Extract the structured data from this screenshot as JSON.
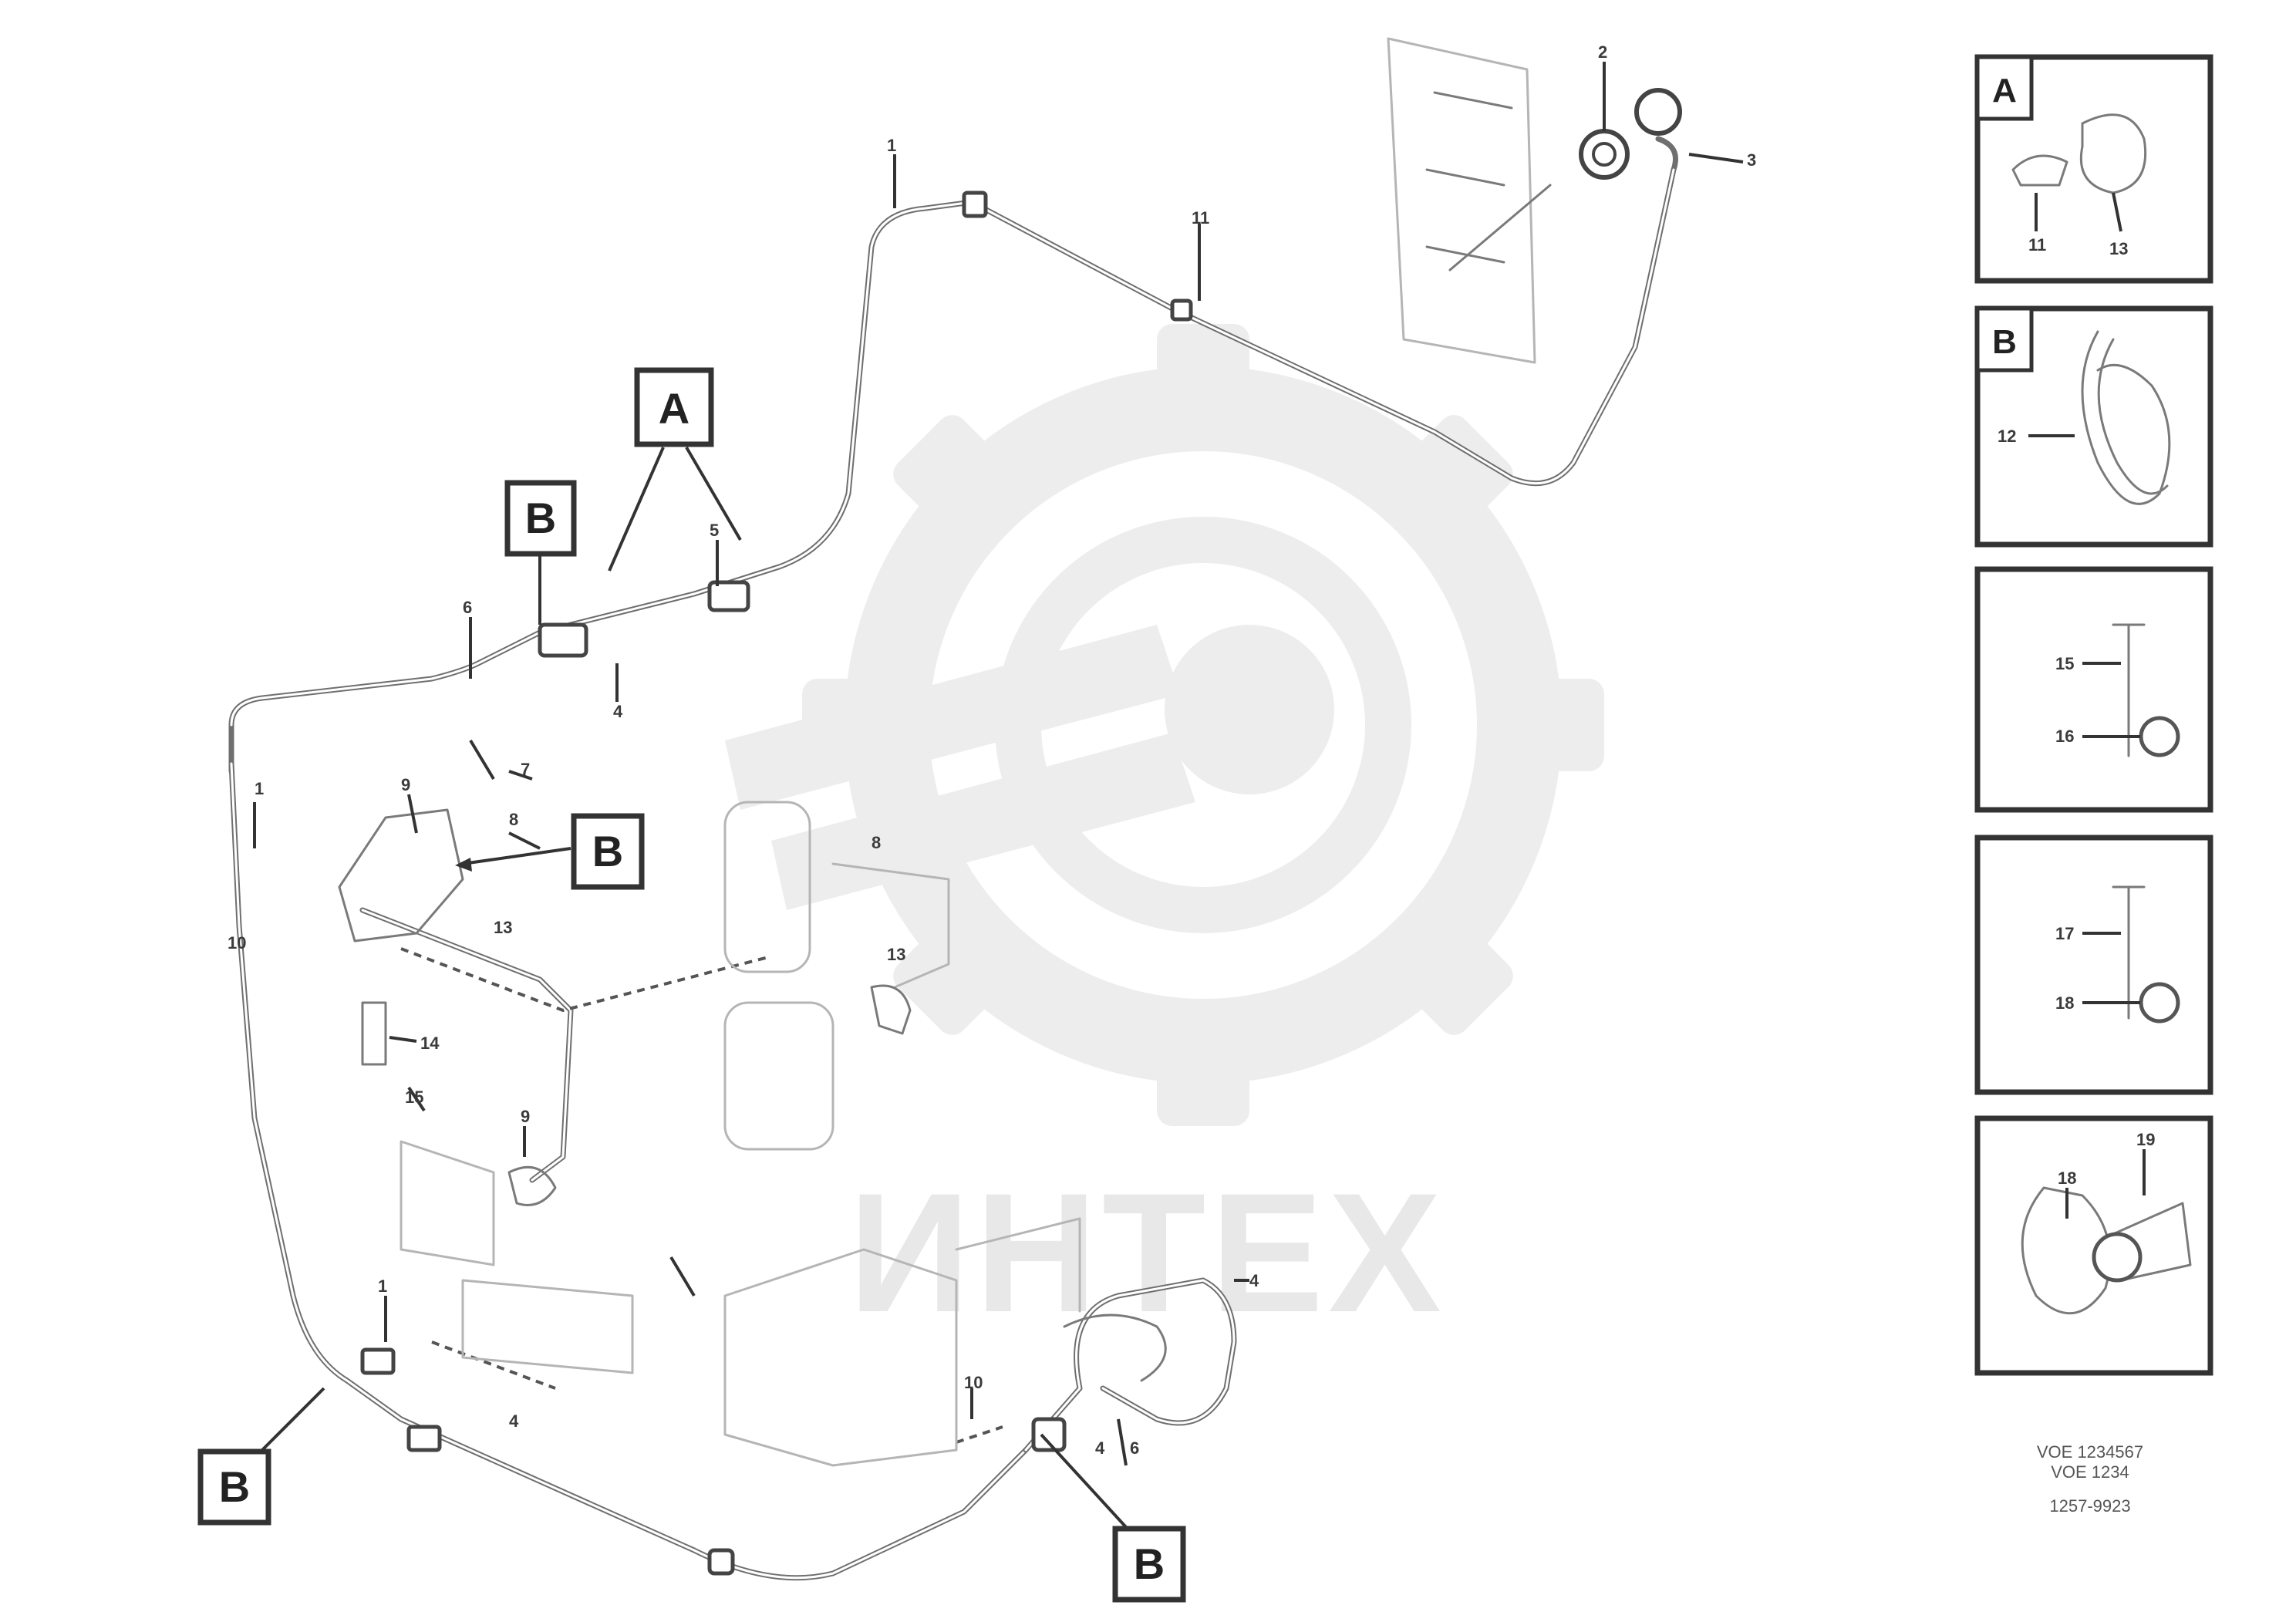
{
  "watermark": {
    "text": "ИНТЕХ",
    "icon": "gear-wrench-logo"
  },
  "callouts": [
    {
      "id": "callout-a-main",
      "letter": "A"
    },
    {
      "id": "callout-b-upper",
      "letter": "B"
    },
    {
      "id": "callout-b-middle",
      "letter": "B"
    },
    {
      "id": "callout-b-lower-left",
      "letter": "B"
    },
    {
      "id": "callout-b-lower-right",
      "letter": "B"
    }
  ],
  "part_numbers": [
    "1",
    "2",
    "3",
    "4",
    "5",
    "6",
    "7",
    "8",
    "9",
    "10",
    "11",
    "12",
    "13",
    "14",
    "15",
    "16",
    "17",
    "18"
  ],
  "main_labels": {
    "n1": "1",
    "n2": "2",
    "n3": "3",
    "n4": "4",
    "n5": "5",
    "n6": "6",
    "n7": "7",
    "n8": "8",
    "n9": "9",
    "n10": "10",
    "n11": "11",
    "n13": "13",
    "n14": "14",
    "n15": "15"
  },
  "detail_panels": [
    {
      "tag": "A",
      "labels": [
        "11",
        "13"
      ]
    },
    {
      "tag": "B",
      "labels": [
        "12"
      ]
    },
    {
      "tag": "",
      "labels": [
        "15",
        "16"
      ]
    },
    {
      "tag": "",
      "labels": [
        "17",
        "18"
      ]
    },
    {
      "tag": "",
      "labels": [
        "18",
        "19"
      ]
    }
  ],
  "reference": {
    "line1": "VOE 1234567",
    "line2": "VOE 1234",
    "line3": "1257-9923"
  }
}
